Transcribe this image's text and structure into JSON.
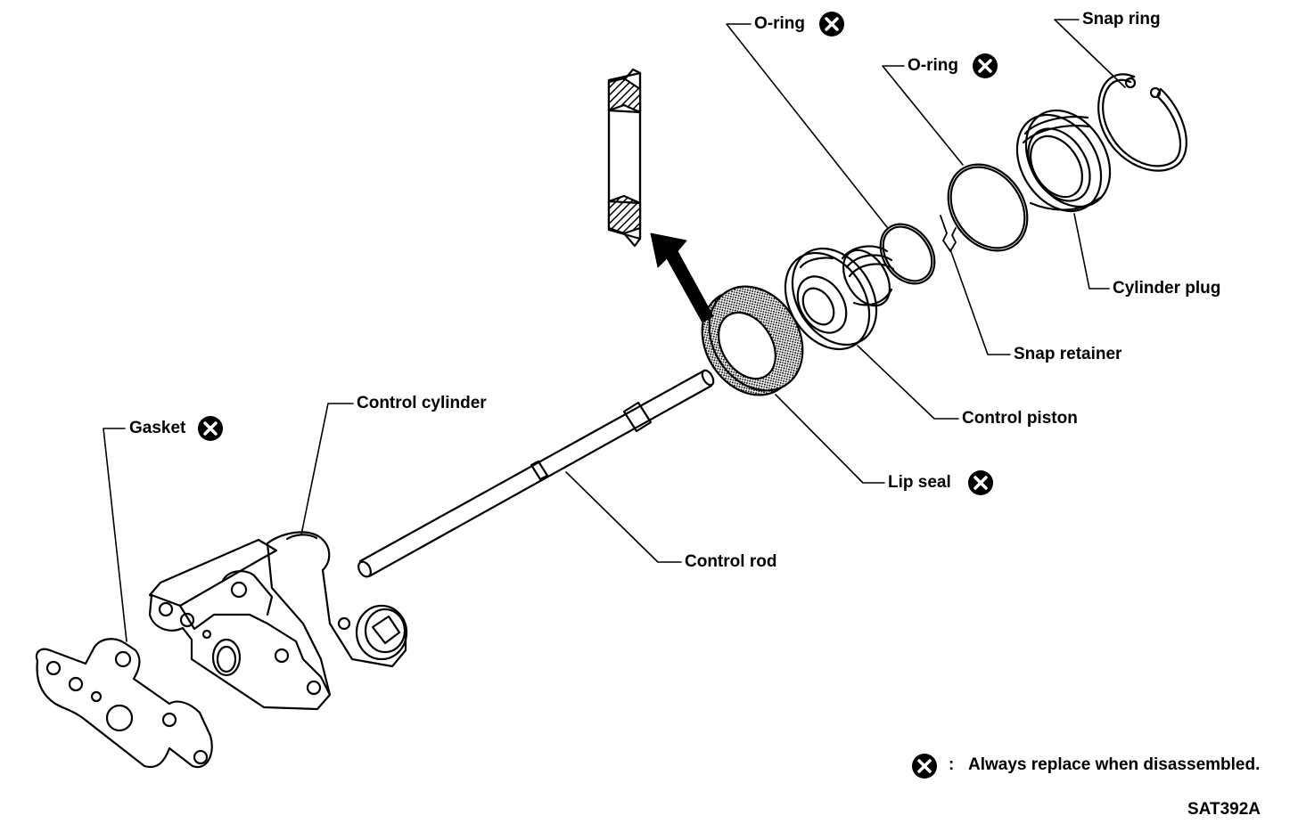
{
  "labels": {
    "oring_top": "O-ring",
    "oring_mid": "O-ring",
    "snap_ring": "Snap ring",
    "cylinder_plug": "Cylinder plug",
    "snap_retainer": "Snap retainer",
    "control_piston": "Control piston",
    "lip_seal": "Lip seal",
    "control_cylinder": "Control cylinder",
    "gasket": "Gasket",
    "control_rod": "Control rod"
  },
  "legend": {
    "separator": ":",
    "text": "Always replace when disassembled."
  },
  "figure_code": "SAT392A",
  "icons": {
    "replace_mark": "circled-x-icon"
  }
}
